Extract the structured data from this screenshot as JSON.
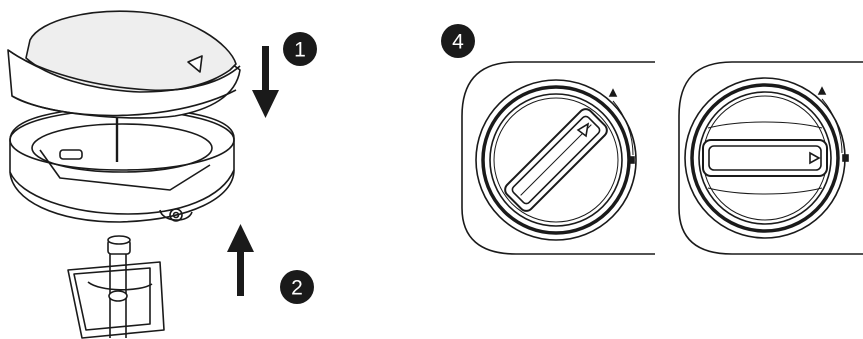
{
  "steps": [
    {
      "number": "1"
    },
    {
      "number": "2"
    },
    {
      "number": "4"
    }
  ],
  "colors": {
    "ink": "#1a1a1a",
    "badge": "#1a1a1a",
    "paper": "#ffffff",
    "shade": "#e6e6e6"
  },
  "icons": [
    "arrow-down-icon",
    "arrow-up-icon",
    "pointer-triangle-icon",
    "flame-icon"
  ],
  "dial_positions": [
    {
      "state": "rotated",
      "pointer": "triangle"
    },
    {
      "state": "horizontal",
      "pointer": "triangle"
    }
  ]
}
